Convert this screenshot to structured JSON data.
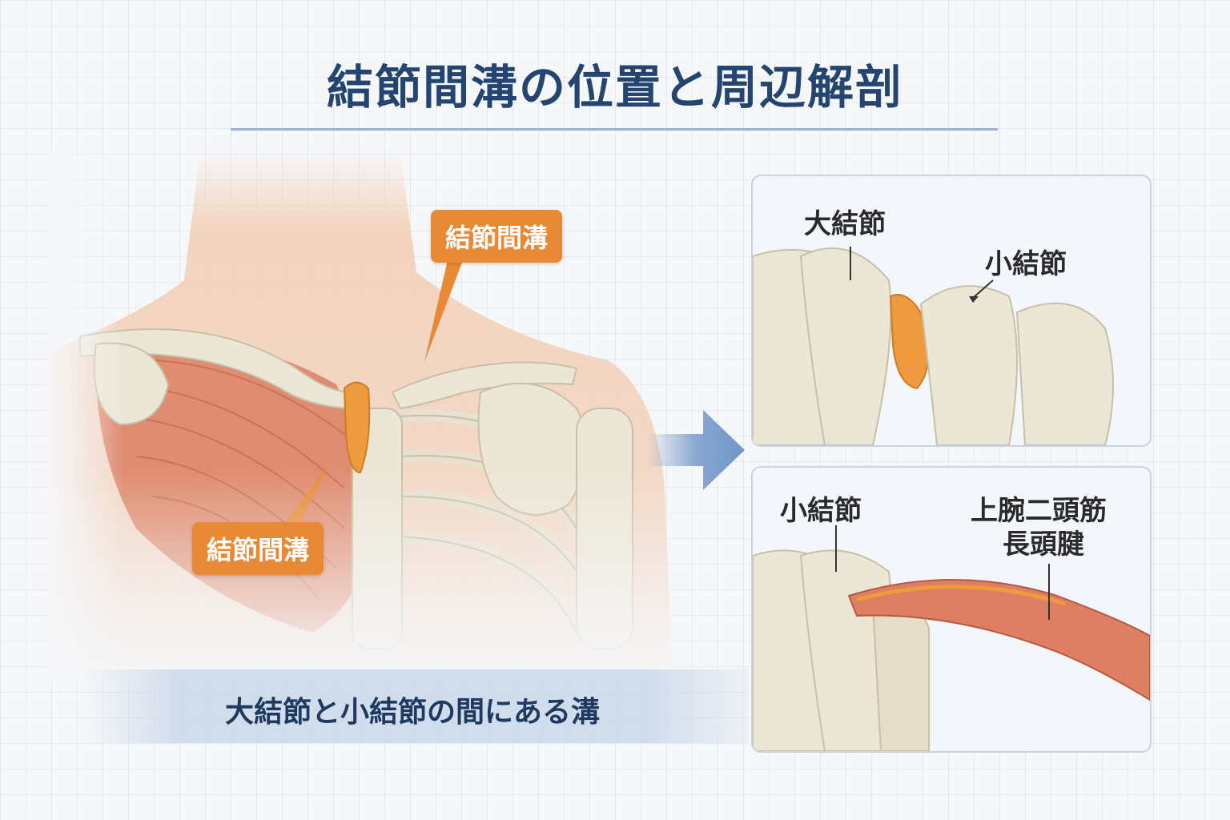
{
  "title": "結節間溝の位置と周辺解剖",
  "main_illustration": {
    "callout_upper": "結節間溝",
    "callout_lower": "結節間溝",
    "caption": "大結節と小結節の間にある溝"
  },
  "panel_top": {
    "label_greater_tubercle": "大結節",
    "label_lesser_tubercle": "小結節"
  },
  "panel_bottom": {
    "label_lesser_tubercle": "小結節",
    "label_biceps_line1": "上腕二頭筋",
    "label_biceps_line2": "長頭腱"
  },
  "colors": {
    "title": "#24456f",
    "callout": "#e88a35",
    "groove": "#ee9a3e",
    "bone": "#ece6d6",
    "muscle": "#dc7f62",
    "skin": "#f3d3bd",
    "arrow": "#6f95c8"
  }
}
